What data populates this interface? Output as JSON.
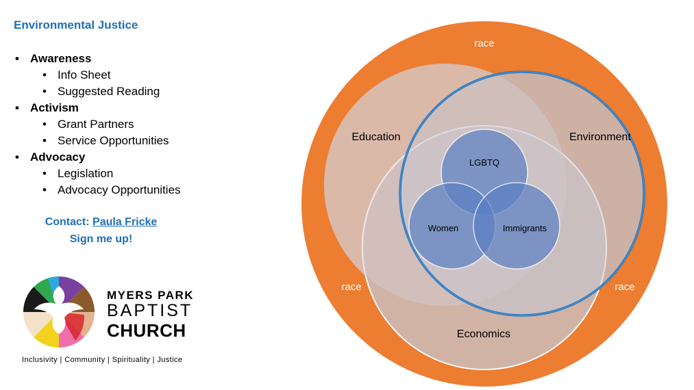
{
  "title": "Environmental Justice",
  "menu": [
    {
      "label": "Awareness",
      "items": [
        "Info Sheet",
        "Suggested Reading"
      ]
    },
    {
      "label": "Activism",
      "items": [
        "Grant Partners",
        "Service Opportunities"
      ]
    },
    {
      "label": "Advocacy",
      "items": [
        "Legislation",
        "Advocacy Opportunities"
      ]
    }
  ],
  "contact": {
    "prefix": "Contact:",
    "name": "Paula Fricke",
    "signup": "Sign me up!"
  },
  "logo": {
    "line1": "MYERS PARK",
    "line2": "BAPTIST",
    "line3": "CHURCH",
    "tagline": "Inclusivity | Community | Spirituality | Justice"
  },
  "diagram": {
    "outer_ring": "race",
    "sets": [
      "Education",
      "Environment",
      "Economics"
    ],
    "inner_sets": [
      "LGBTQ",
      "Women",
      "Immigrants"
    ]
  },
  "colors": {
    "accent": "#1f6fb8",
    "race": "#ed7d31",
    "inner": "#5b7fc4"
  }
}
